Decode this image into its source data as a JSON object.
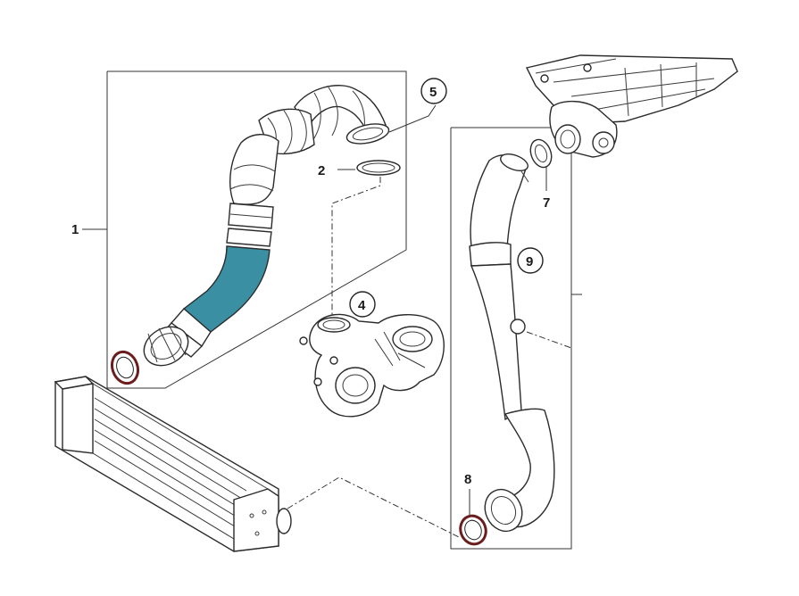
{
  "callouts": [
    {
      "id": "callout-1",
      "label": "1",
      "circled": false
    },
    {
      "id": "callout-2",
      "label": "2",
      "circled": false
    },
    {
      "id": "callout-4",
      "label": "4",
      "circled": true
    },
    {
      "id": "callout-5",
      "label": "5",
      "circled": true
    },
    {
      "id": "callout-7",
      "label": "7",
      "circled": false
    },
    {
      "id": "callout-8",
      "label": "8",
      "circled": false
    },
    {
      "id": "callout-9",
      "label": "9",
      "circled": true
    }
  ],
  "colors": {
    "highlight": "#3a8fa3",
    "line": "#2b2b2b",
    "gasket": "#6b1d1d"
  }
}
